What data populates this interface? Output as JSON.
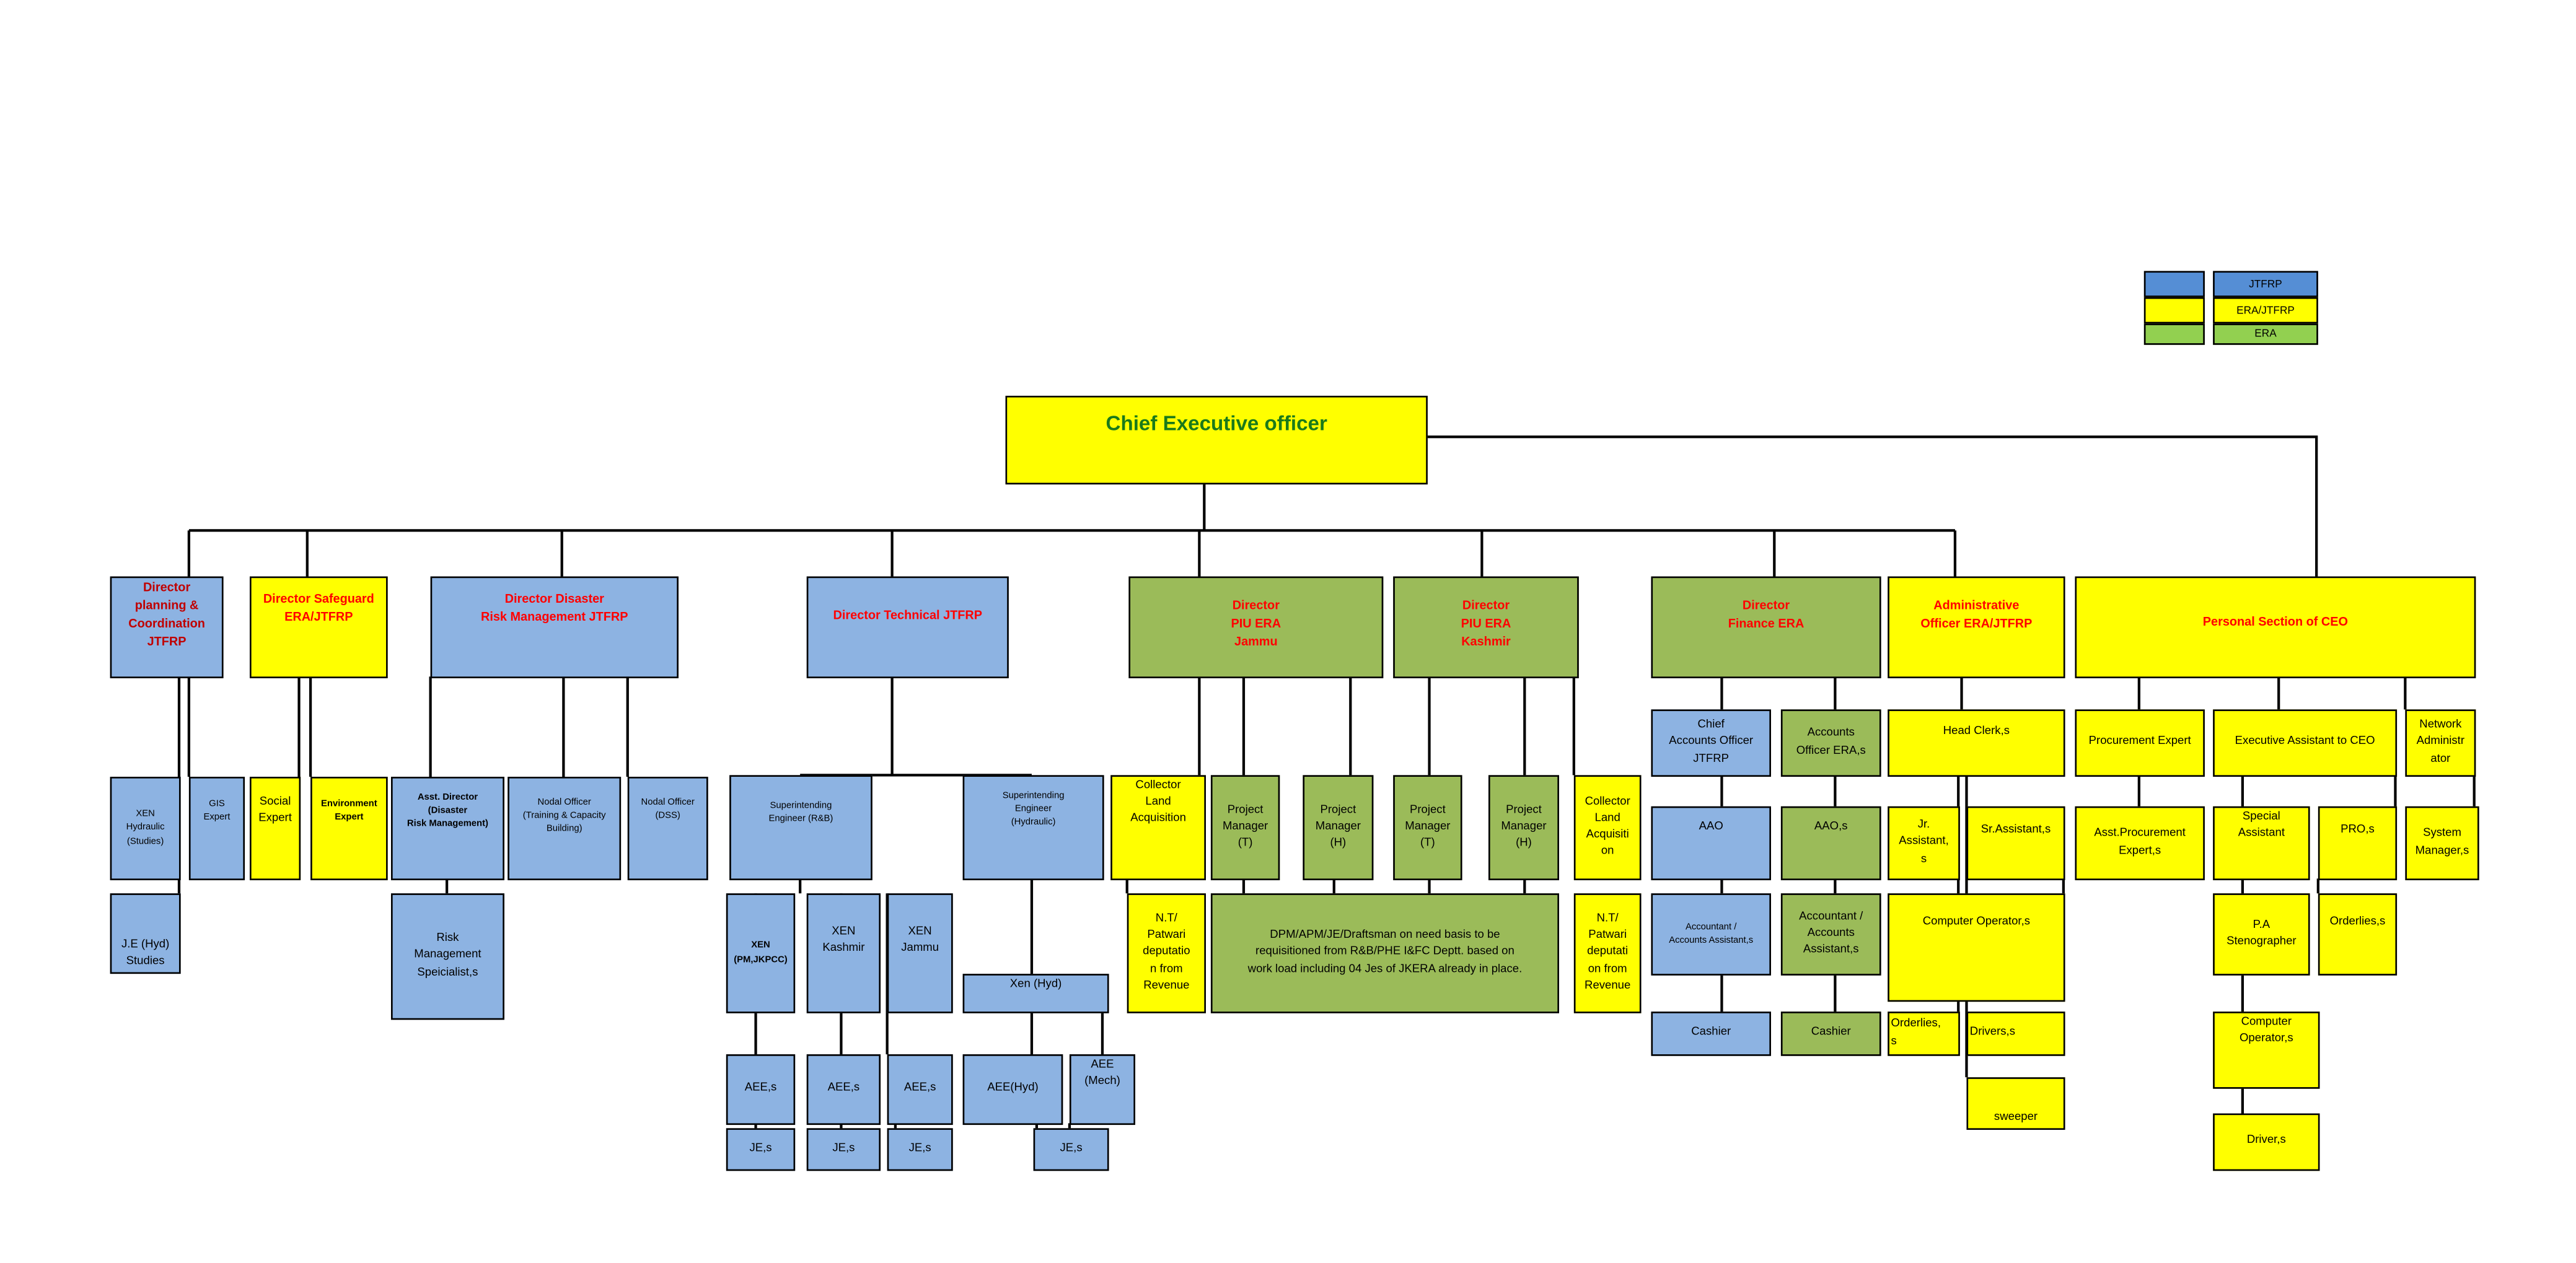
{
  "legend": [
    {
      "label": "JTFRP",
      "color": "#8db3e2",
      "swatch": "#558ed5"
    },
    {
      "label": "ERA/JTFRP",
      "color": "#ffff00",
      "swatch": "#ffff00"
    },
    {
      "label": "ERA",
      "color": "#9bbb59",
      "swatch": "#92d050"
    }
  ],
  "ceo": "Chief Executive officer",
  "planning": {
    "title": "Director\nplanning &\nCoordination\nJTFRP",
    "xen": "XEN\nHydraulic\n(Studies)",
    "gis": "GIS\nExpert",
    "je": "J.E (Hyd)\nStudies"
  },
  "safeguard": {
    "title": "Director Safeguard\nERA/JTFRP",
    "social": "Social\nExpert",
    "env": "Environment\nExpert"
  },
  "disaster": {
    "title": "Director Disaster\nRisk Management JTFRP",
    "asst": "Asst. Director\n(Disaster\nRisk Management)",
    "nodal_training": "Nodal Officer\n(Training & Capacity\nBuilding)",
    "nodal_dss": "Nodal Officer\n(DSS)",
    "risk": "Risk\nManagement\nSpeicialist,s"
  },
  "technical": {
    "title": "Director Technical JTFRP",
    "se_rb": "Superintending\nEngineer (R&B)",
    "se_hyd": "Superintending\nEngineer\n(Hydraulic)",
    "xen_pm": "XEN\n(PM,JKPCC)",
    "xen_kashmir": "XEN\nKashmir",
    "xen_jammu": "XEN\nJammu",
    "xen_hyd": "Xen (Hyd)",
    "aee1": "AEE,s",
    "aee2": "AEE,s",
    "aee3": "AEE,s",
    "aee_hyd": "AEE(Hyd)",
    "aee_mech": "AEE\n(Mech)",
    "je1": "JE,s",
    "je2": "JE,s",
    "je3": "JE,s",
    "je4": "JE,s"
  },
  "piu": {
    "jammu_title": "Director\nPIU ERA\nJammu",
    "kashmir_title": "Director\nPIU ERA\nKashmir",
    "collector1": "Collector\nLand\nAcquisition",
    "pm_t1": "Project\nManager\n(T)",
    "pm_h1": "Project\nManager\n(H)",
    "pm_t2": "Project\nManager\n(T)",
    "pm_h2": "Project\nManager\n(H)",
    "collector2": "Collector\nLand\nAcquisiti\non",
    "nt1": "N.T/\nPatwari\ndeputatio\nn from\nRevenue",
    "dpm": "DPM/APM/JE/Draftsman on need basis to be\nrequisitioned from R&B/PHE I&FC Deptt. based on\nwork load including 04 Jes of JKERA already in place.",
    "nt2": "N.T/\nPatwari\ndeputati\non from\nRevenue"
  },
  "finance": {
    "title": "Director\nFinance ERA",
    "cao": "Chief\nAccounts Officer\nJTFRP",
    "ao": "Accounts\nOfficer ERA,s",
    "aao1": "AAO",
    "aao2": "AAO,s",
    "acct1": "Accountant /\nAccounts Assistant,s",
    "acct2": "Accountant  /\nAccounts\nAssistant,s",
    "cashier1": "Cashier",
    "cashier2": "Cashier"
  },
  "admin": {
    "title": "Administrative\nOfficer ERA/JTFRP",
    "head_clerk": "Head Clerk,s",
    "jr_asst": "Jr.\nAssistant,\ns",
    "sr_asst": "Sr.Assistant,s",
    "comp_op": "Computer Operator,s",
    "orderlies": "Orderlies,\ns",
    "drivers": "Drivers,s",
    "sweeper": "sweeper"
  },
  "personal": {
    "title": "Personal Section   of  CEO",
    "procurement": "Procurement Expert",
    "exec_asst": "Executive Assistant to CEO",
    "network": "Network\nAdministr\nator",
    "asst_proc": "Asst.Procurement\nExpert,s",
    "special": "Special\nAssistant",
    "pro": "PRO,s",
    "sysmgr": "System\nManager,s",
    "pa": "P.A\nStenographer",
    "orderlies": "Orderlies,s",
    "comp_op": "Computer\nOperator,s",
    "driver": "Driver,s"
  }
}
